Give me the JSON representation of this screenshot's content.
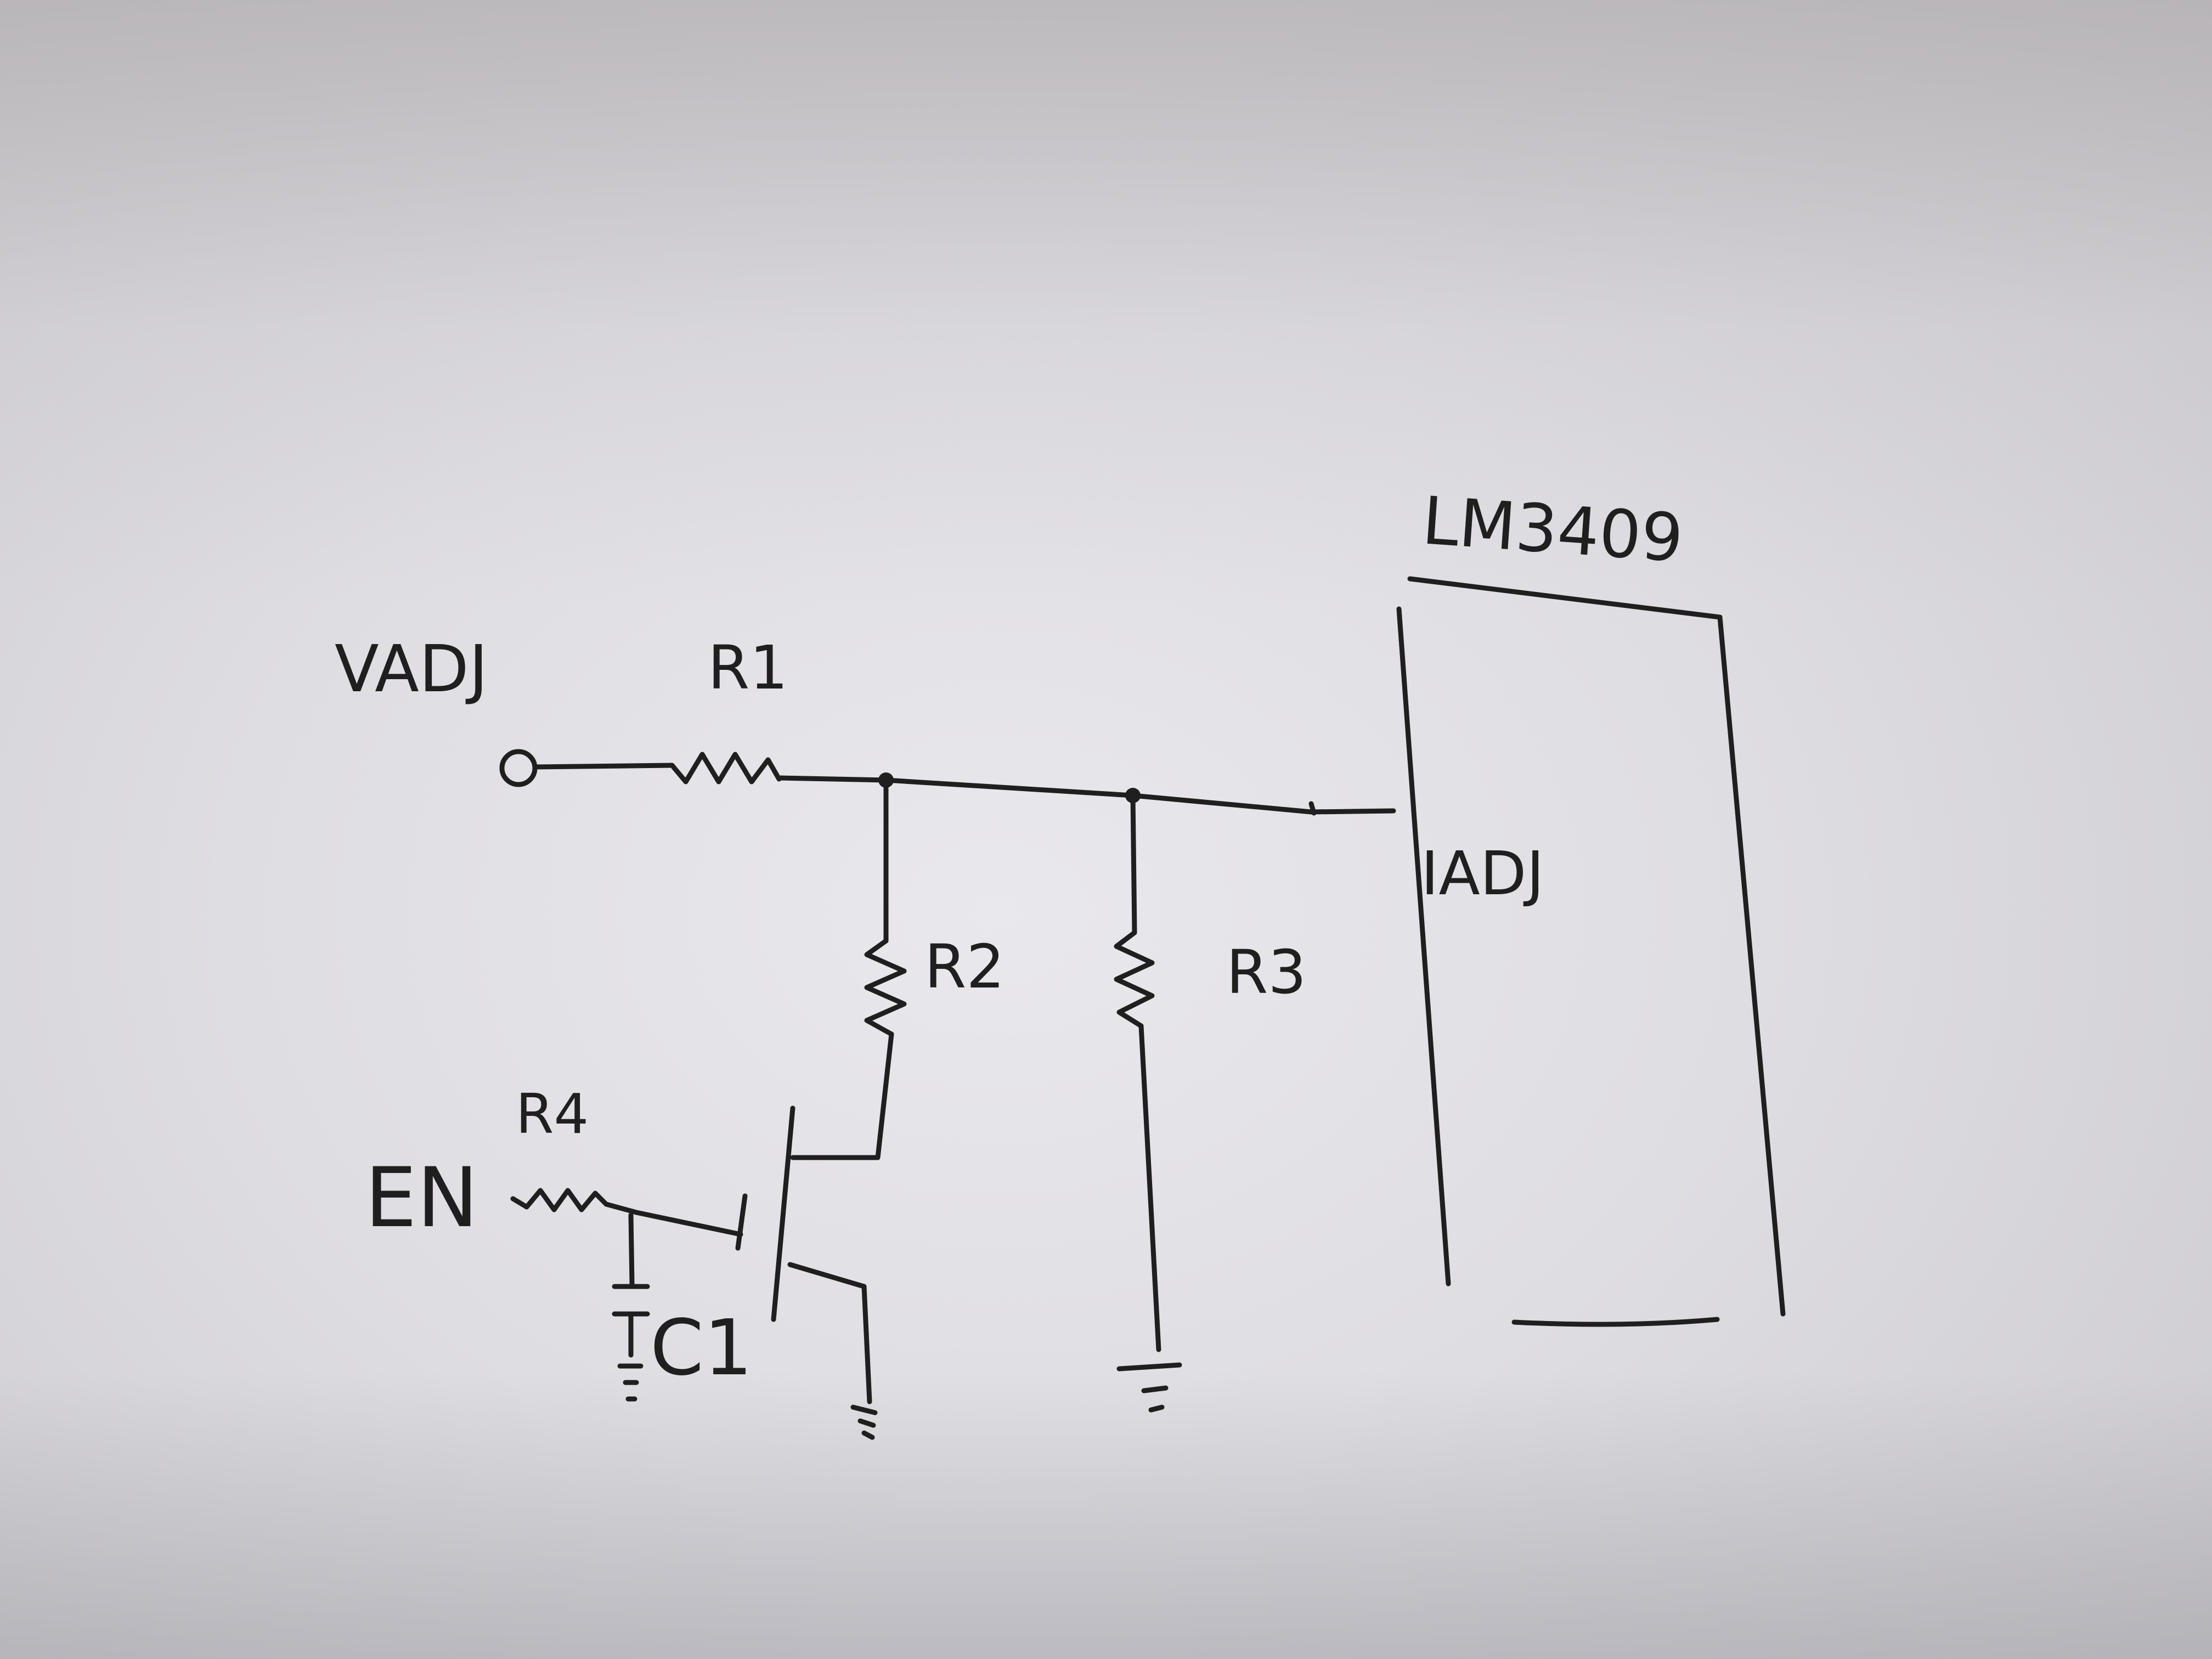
{
  "labels": {
    "ic": "LM3409",
    "vadj": "VADJ",
    "r1": "R1",
    "r2": "R2",
    "r3": "R3",
    "r4": "R4",
    "en": "EN",
    "c1": "C1",
    "iadj": "IADJ"
  },
  "colors": {
    "ink": "#1f1f1f",
    "paper": "#e4e3e7"
  }
}
